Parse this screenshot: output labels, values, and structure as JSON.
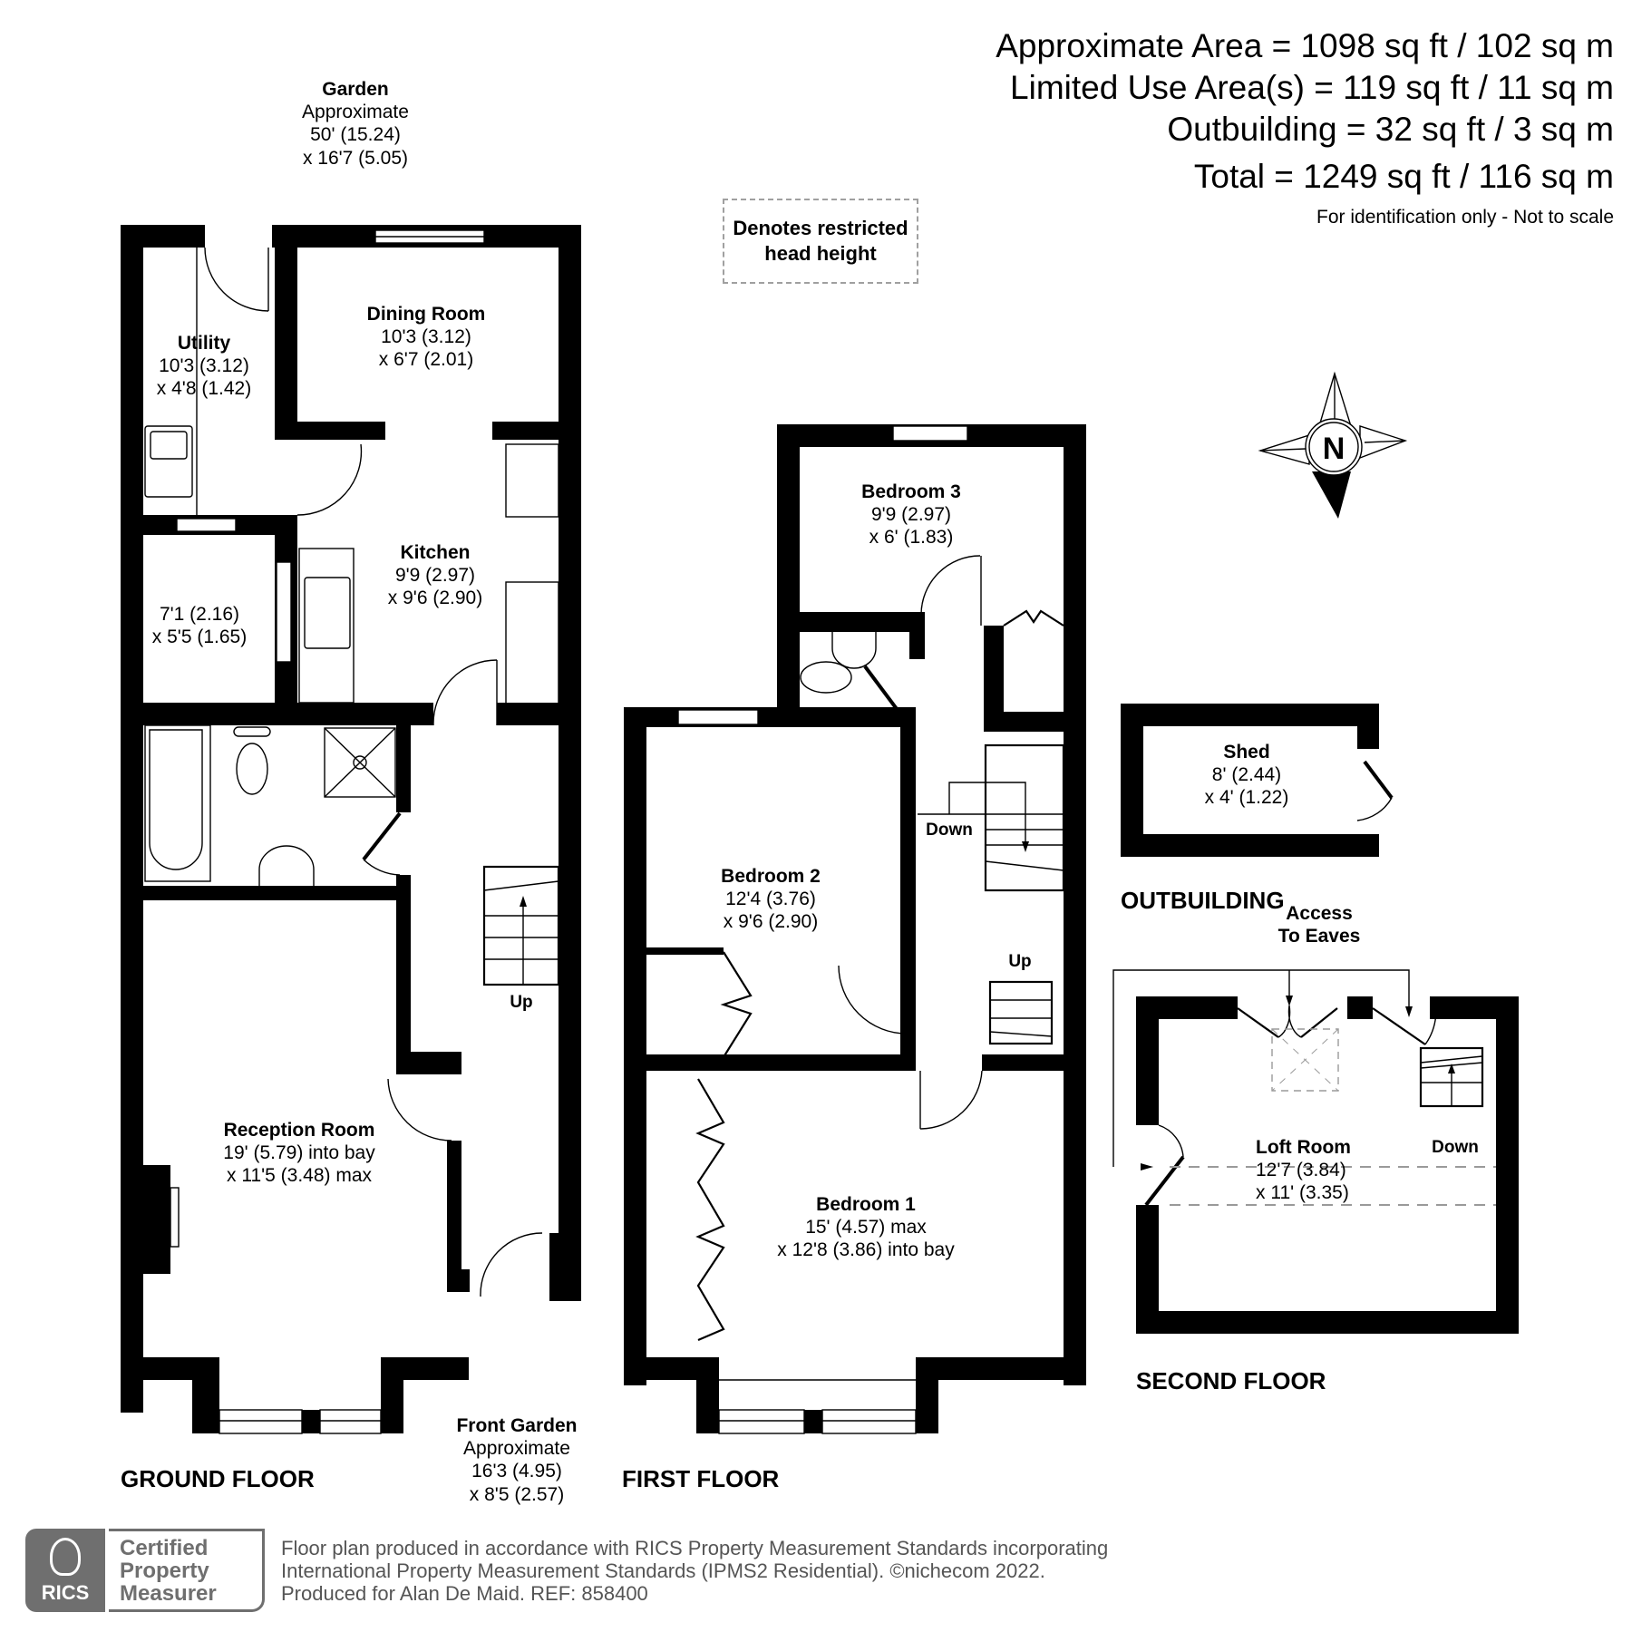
{
  "areas": {
    "approximate_area": "Approximate Area = 1098 sq ft / 102 sq m",
    "limited_use": "Limited Use Area(s) = 119 sq ft / 11 sq m",
    "outbuilding": "Outbuilding = 32 sq ft / 3 sq m",
    "total": "Total = 1249 sq ft / 116 sq m",
    "note": "For identification only - Not to scale"
  },
  "legend": {
    "restricted_head_height_line1": "Denotes restricted",
    "restricted_head_height_line2": "head height"
  },
  "compass": {
    "label": "N"
  },
  "garden": {
    "name": "Garden",
    "approx": "Approximate",
    "dim1": "50' (15.24)",
    "dim2": "x 16'7 (5.05)"
  },
  "front_garden": {
    "name": "Front Garden",
    "approx": "Approximate",
    "dim1": "16'3 (4.95)",
    "dim2": "x 8'5 (2.57)"
  },
  "floors": {
    "ground": {
      "label": "GROUND FLOOR",
      "rooms": [
        {
          "name": "Dining Room",
          "dim1": "10'3 (3.12)",
          "dim2": "x 6'7 (2.01)"
        },
        {
          "name": "Utility",
          "dim1": "10'3 (3.12)",
          "dim2": "x 4'8 (1.42)"
        },
        {
          "name": "Kitchen",
          "dim1": "9'9 (2.97)",
          "dim2": "x 9'6 (2.90)"
        },
        {
          "name": "",
          "dim1": "7'1 (2.16)",
          "dim2": "x 5'5 (1.65)"
        },
        {
          "name": "Reception Room",
          "dim1": "19' (5.79) into bay",
          "dim2": "x 11'5 (3.48) max"
        }
      ],
      "stairs_label": "Up"
    },
    "first": {
      "label": "FIRST FLOOR",
      "rooms": [
        {
          "name": "Bedroom 3",
          "dim1": "9'9 (2.97)",
          "dim2": "x 6' (1.83)"
        },
        {
          "name": "Bedroom 2",
          "dim1": "12'4 (3.76)",
          "dim2": "x 9'6 (2.90)"
        },
        {
          "name": "Bedroom 1",
          "dim1": "15' (4.57) max",
          "dim2": "x 12'8 (3.86) into bay"
        }
      ],
      "stairs_down_label": "Down",
      "stairs_up_label": "Up"
    },
    "second": {
      "label": "SECOND FLOOR",
      "rooms": [
        {
          "name": "Loft Room",
          "dim1": "12'7 (3.84)",
          "dim2": "x 11' (3.35)"
        }
      ],
      "stairs_label": "Down",
      "eaves_label_line1": "Access",
      "eaves_label_line2": "To Eaves"
    },
    "outbuilding": {
      "label": "OUTBUILDING",
      "rooms": [
        {
          "name": "Shed",
          "dim1": "8' (2.44)",
          "dim2": "x 4' (1.22)"
        }
      ]
    }
  },
  "footer": {
    "badge_org": "RICS",
    "badge_line1": "Certified",
    "badge_line2": "Property",
    "badge_line3": "Measurer",
    "line1": "Floor plan produced in accordance with RICS Property Measurement Standards incorporating",
    "line2": "International Property Measurement Standards (IPMS2 Residential).   ©nichecom 2022.",
    "line3": "Produced for Alan De Maid.   REF: 858400"
  }
}
